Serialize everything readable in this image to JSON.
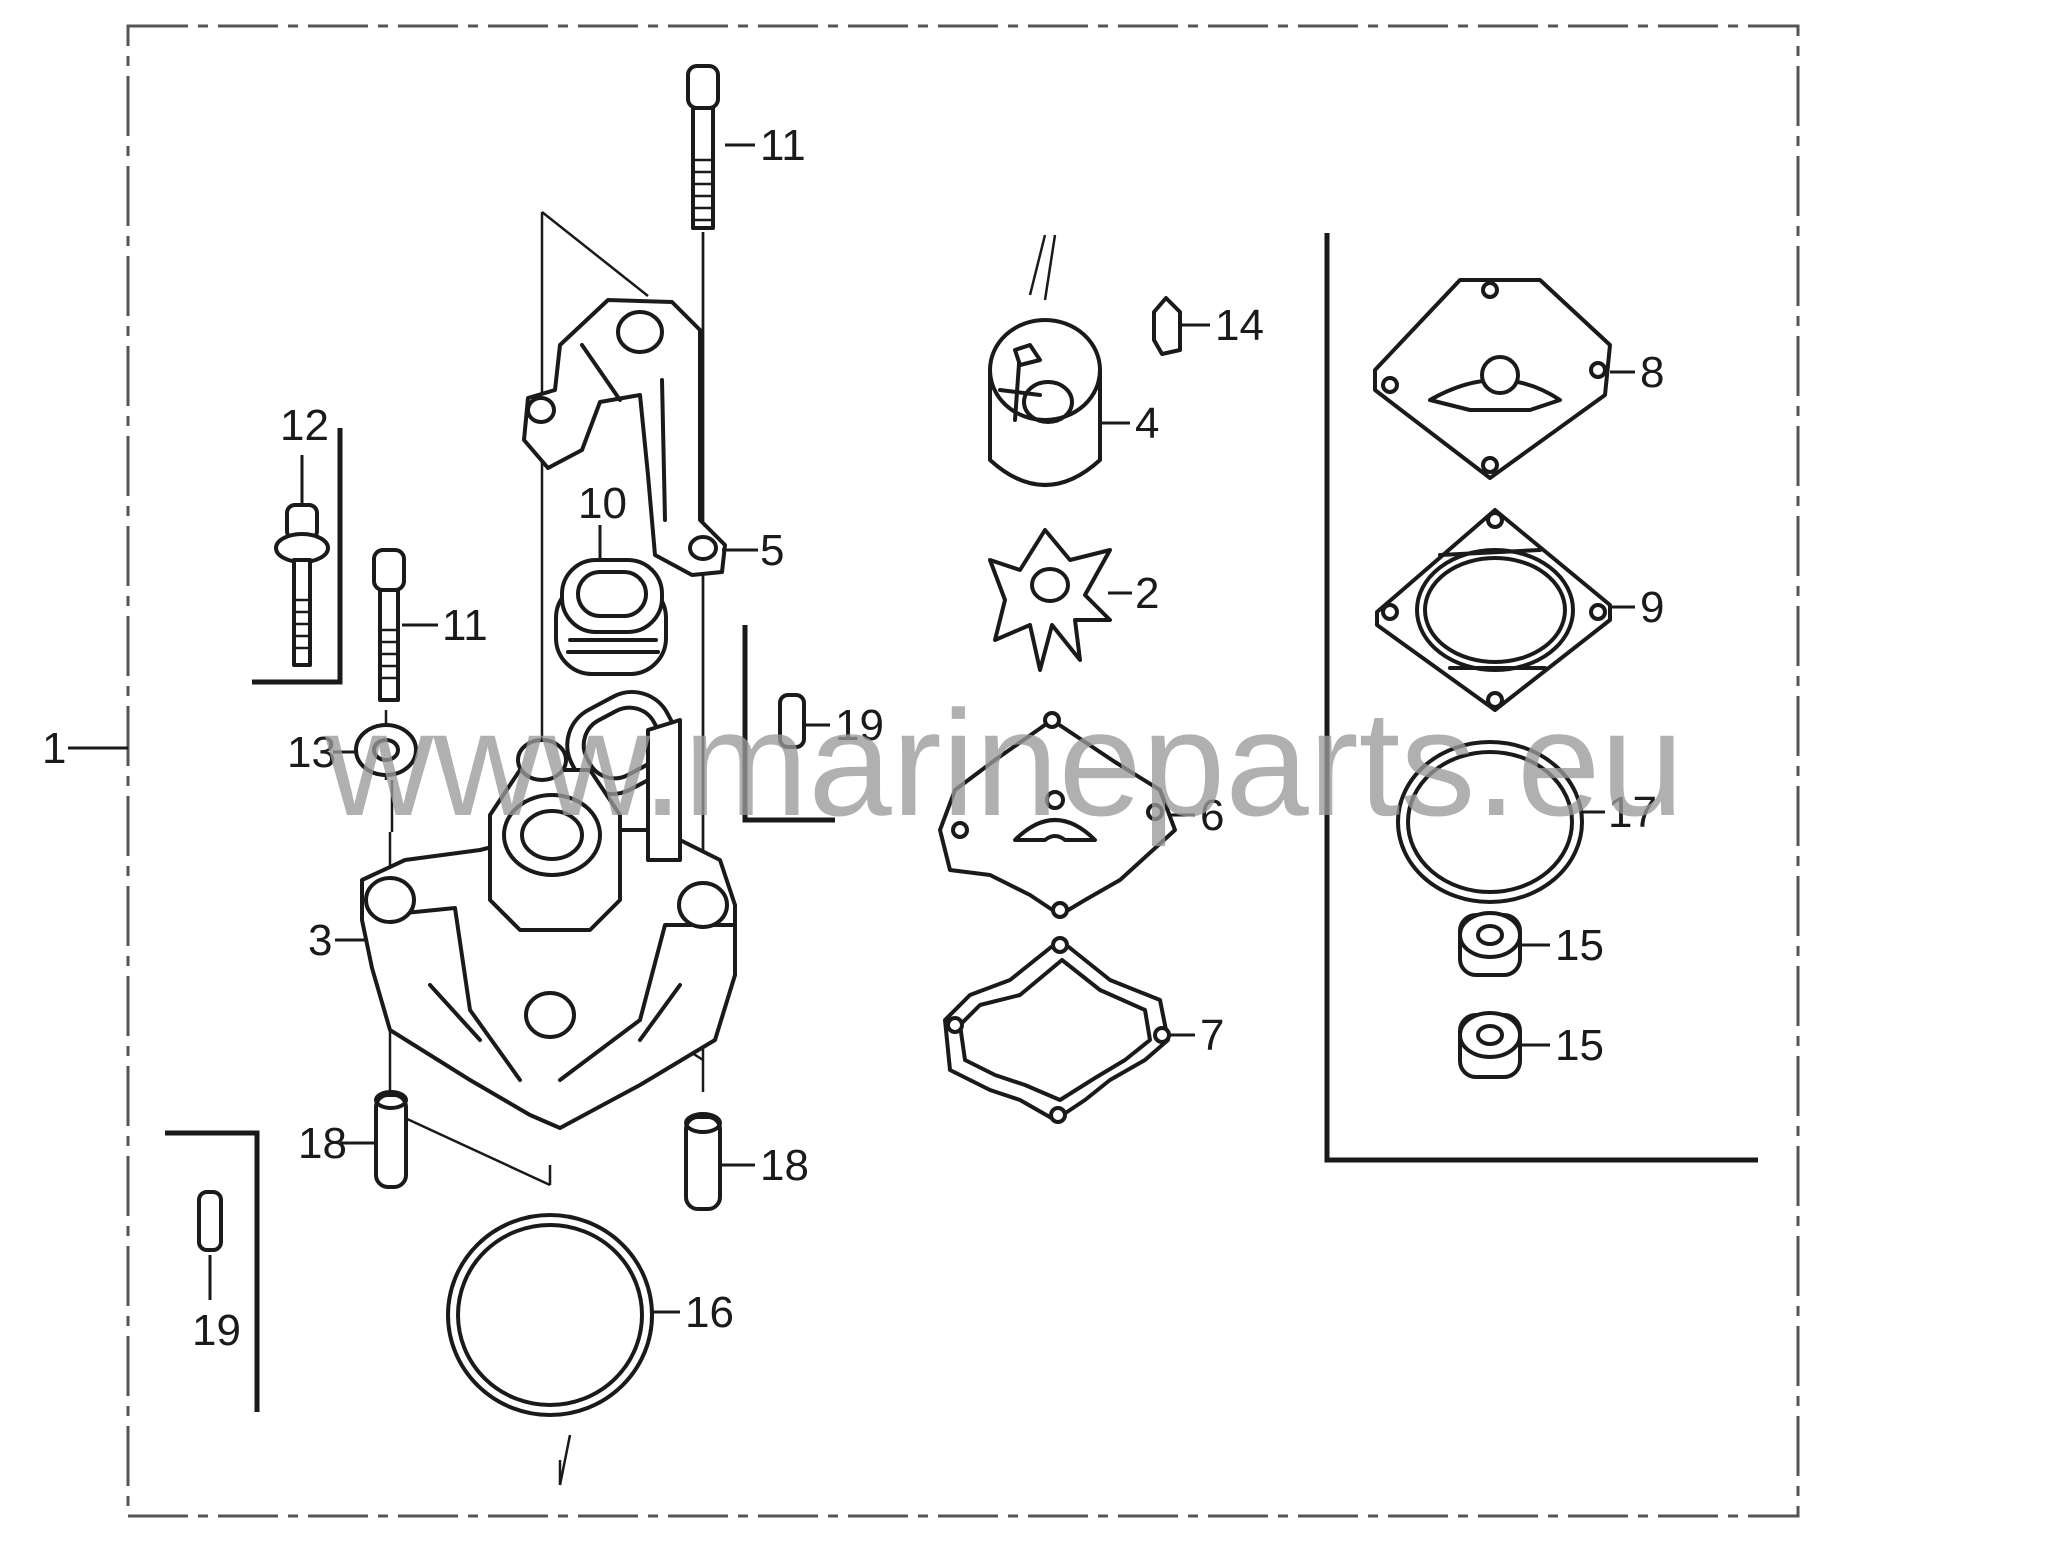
{
  "diagram": {
    "watermark": "www.marineparts.eu",
    "callouts": {
      "c1": "1",
      "c2": "2",
      "c3": "3",
      "c4": "4",
      "c5": "5",
      "c6": "6",
      "c7": "7",
      "c8": "8",
      "c9": "9",
      "c10": "10",
      "c11a": "11",
      "c11b": "11",
      "c12": "12",
      "c13": "13",
      "c14": "14",
      "c15a": "15",
      "c15b": "15",
      "c16": "16",
      "c17": "17",
      "c18a": "18",
      "c18b": "18",
      "c19a": "19",
      "c19b": "19"
    }
  }
}
